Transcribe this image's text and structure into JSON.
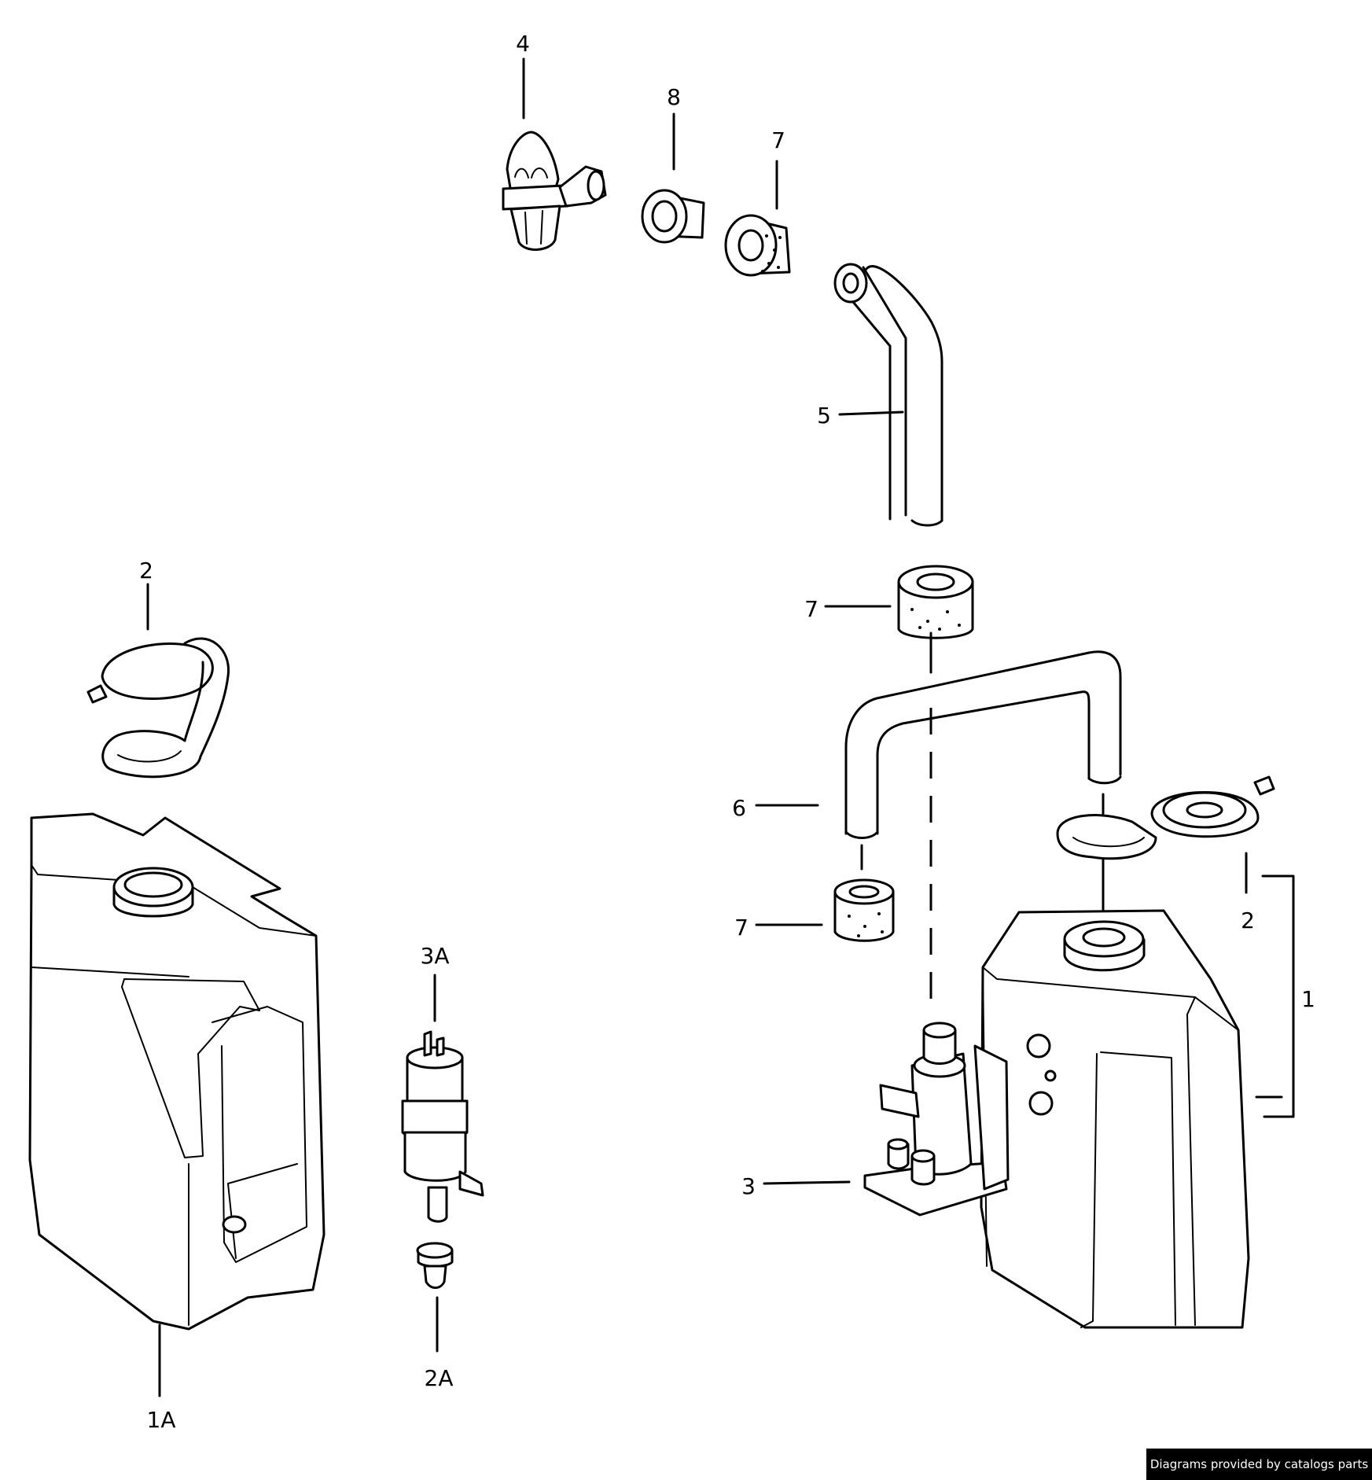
{
  "callouts": {
    "c4": "4",
    "c8": "8",
    "c7_top": "7",
    "c5": "5",
    "c7_mid": "7",
    "c2_left": "2",
    "c6": "6",
    "c7_low": "7",
    "c2_right": "2",
    "c1": "1",
    "c3A": "3A",
    "c3": "3",
    "c2A": "2A",
    "c1A": "1A"
  },
  "footer": {
    "credit": "Diagrams provided by catalogs parts"
  }
}
